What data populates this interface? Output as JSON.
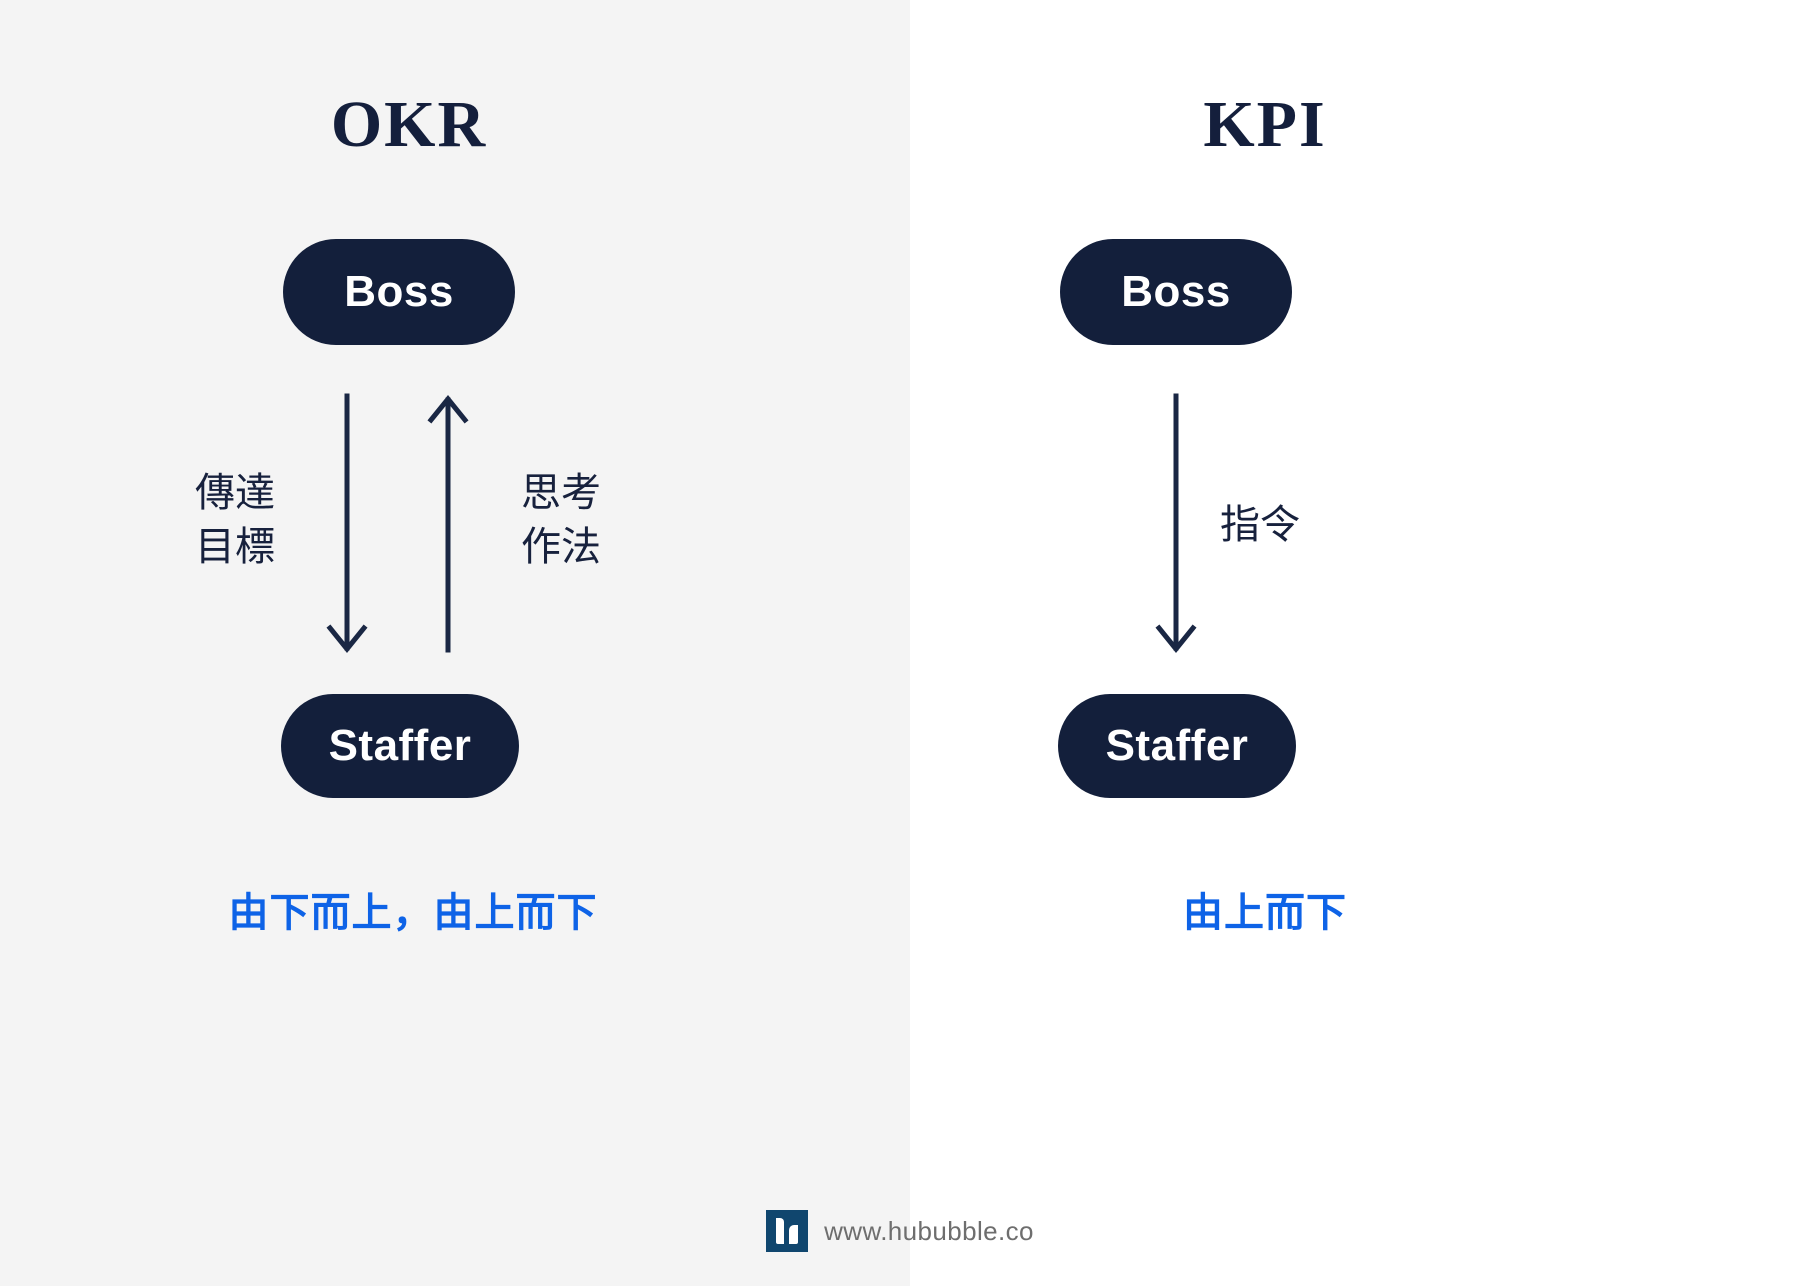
{
  "colors": {
    "panel_left_bg": "#f4f4f4",
    "panel_right_bg": "#ffffff",
    "pill_fill": "#131f3b",
    "pill_text": "#ffffff",
    "heading": "#141f3c",
    "arrow": "#1a2744",
    "caption": "#17213d",
    "summary_blue": "#0e63e7",
    "logo_blue": "#10466e",
    "footer_text": "#6e6e6e"
  },
  "panels": [
    {
      "title": "OKR",
      "top_node": "Boss",
      "bottom_node": "Staffer",
      "arrows": [
        {
          "direction": "down",
          "caption": "傳達\n目標"
        },
        {
          "direction": "up",
          "caption": "思考\n作法"
        }
      ],
      "summary": "由下而上，由上而下"
    },
    {
      "title": "KPI",
      "top_node": "Boss",
      "bottom_node": "Staffer",
      "arrows": [
        {
          "direction": "down",
          "caption": "指令"
        }
      ],
      "summary": "由上而下"
    }
  ],
  "footer": {
    "logo_alt": "hububble-logo",
    "url": "www.hububble.co"
  }
}
